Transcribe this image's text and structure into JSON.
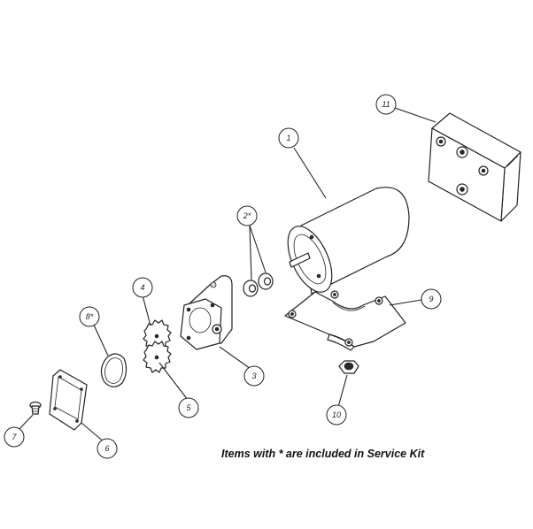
{
  "callouts": [
    {
      "id": "1",
      "label": "1"
    },
    {
      "id": "2",
      "label": "2*"
    },
    {
      "id": "3",
      "label": "3"
    },
    {
      "id": "4",
      "label": "4"
    },
    {
      "id": "5",
      "label": "5"
    },
    {
      "id": "6",
      "label": "6"
    },
    {
      "id": "7",
      "label": "7"
    },
    {
      "id": "8",
      "label": "8*"
    },
    {
      "id": "9",
      "label": "9"
    },
    {
      "id": "10",
      "label": "10"
    },
    {
      "id": "11",
      "label": "11"
    }
  ],
  "note": "Items with * are included in Service Kit"
}
